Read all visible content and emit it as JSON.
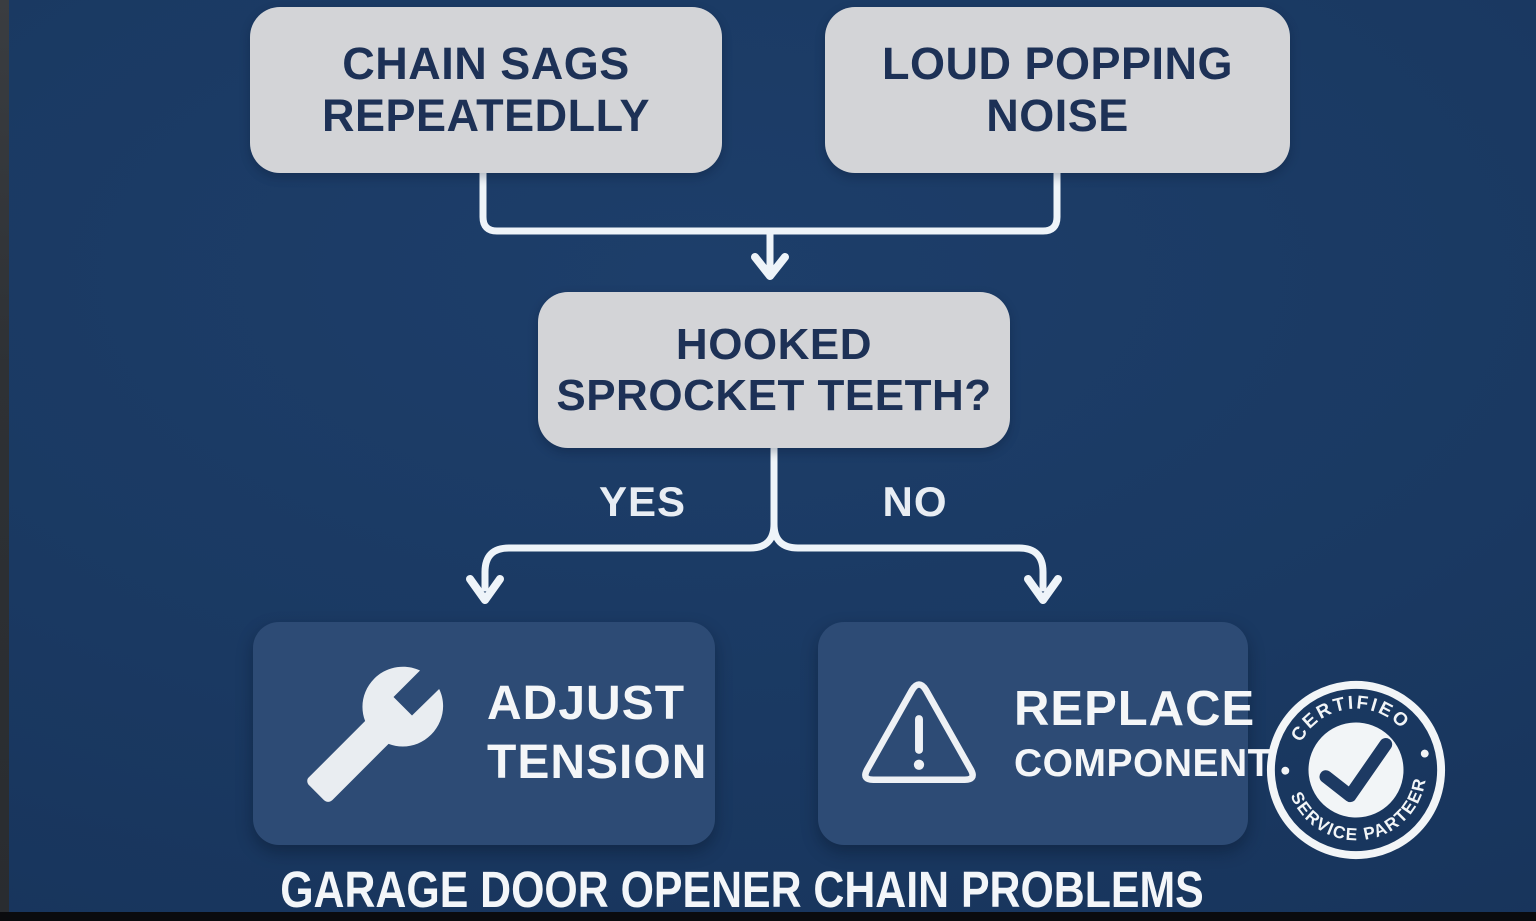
{
  "title": "GARAGE DOOR OPENER CHAIN PROBLEMS",
  "palette": {
    "background": "#1a3962",
    "edge_strip": "#2e3135",
    "bottom_bar": "#0a0b0e",
    "panel_light": "#d3d4d7",
    "panel_light_text": "#1d3156",
    "panel_dark": "#2d4b75",
    "panel_dark_text": "#f4f6f8",
    "connector_line": "#eef4f9",
    "branch_label_text": "#e8edf3",
    "badge_white": "#f2f5f7",
    "badge_navy": "#1d3a63"
  },
  "flowchart": {
    "symptoms": [
      {
        "line1": "CHAIN SAGS",
        "line2": "REPEATEDLLY"
      },
      {
        "line1": "LOUD POPPING",
        "line2": "NOISE"
      }
    ],
    "decision": {
      "line1": "HOOKED",
      "line2": "SPROCKET TEETH?"
    },
    "branches": {
      "yes_label": "YES",
      "no_label": "NO"
    },
    "actions": [
      {
        "icon": "wrench-icon",
        "line1": "ADJUST",
        "line2": "TENSION"
      },
      {
        "icon": "warning-triangle-icon",
        "line1": "REPLACE",
        "line2": "COMPONENT"
      }
    ]
  },
  "badge": {
    "top_text": "CERTIFIEO",
    "bottom_text": "SERVICE PARTEER",
    "icon": "checkmark-icon"
  }
}
